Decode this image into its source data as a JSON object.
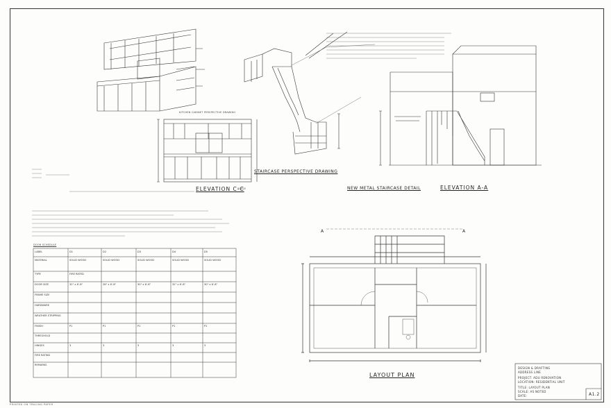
{
  "drawings": {
    "kitchen_perspective": "KITCHEN CABINET PERSPECTIVE DRAWING",
    "elevation_cc": "ELEVATION C-C",
    "elevation_cc_scale": "SCALE",
    "stair_perspective": "STAIRCASE PERSPECTIVE DRAWING",
    "stair_detail": "NEW METAL STAIRCASE DETAIL",
    "elevation_aa": "ELEVATION A-A",
    "layout_plan": "LAYOUT PLAN",
    "sheet_number": "A1.2",
    "section_marker": "A"
  },
  "schedule": {
    "title": "DOOR SCHEDULE",
    "headers": [
      "LABEL",
      "D1",
      "D2",
      "D3",
      "D4",
      "D5"
    ],
    "rows": [
      [
        "MATERIAL",
        "SOLID WOOD",
        "SOLID WOOD",
        "SOLID WOOD",
        "SOLID WOOD",
        "SOLID WOOD"
      ],
      [
        "TYPE",
        "FIRE RATED",
        "",
        "",
        "",
        ""
      ],
      [
        "DOOR SIZE",
        "32\" x 6'-8\"",
        "28\" x 6'-8\"",
        "30\" x 6'-8\"",
        "32\" x 6'-8\"",
        "30\" x 6'-8\""
      ],
      [
        "FRAME SIZE",
        "",
        "",
        "",
        "",
        ""
      ],
      [
        "HARDWARE",
        "",
        "",
        "",
        "",
        ""
      ],
      [
        "WEATHER STRIPPING",
        "",
        "",
        "",
        "",
        ""
      ],
      [
        "FINISH",
        "P1",
        "P1",
        "P1",
        "P1",
        "P1"
      ],
      [
        "THRESHOLD",
        "",
        "",
        "",
        "",
        ""
      ],
      [
        "HINGES",
        "3",
        "3",
        "3",
        "3",
        "3"
      ],
      [
        "FIRE RATING",
        "",
        "",
        "",
        "",
        ""
      ],
      [
        "REMARKS",
        "",
        "",
        "",
        "",
        ""
      ]
    ]
  },
  "title_block": {
    "lines": [
      "DESIGN & DRAFTING",
      "ADDRESS LINE",
      "PROJECT: ADU RENOVATION",
      "LOCATION: RESIDENTIAL UNIT",
      "TITLE: LAYOUT PLAN",
      "SCALE: AS NOTED",
      "DATE:"
    ]
  },
  "footer_note": "PRINTED ON TRACING PAPER"
}
